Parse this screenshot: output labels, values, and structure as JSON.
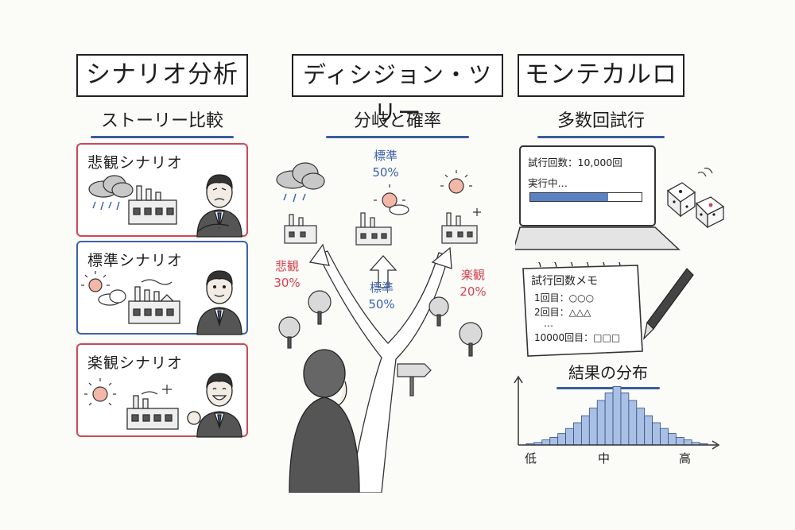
{
  "columns": {
    "scenario": {
      "title": "シナリオ分析",
      "subtitle": "ストーリー比較",
      "cards": [
        {
          "label": "悲観シナリオ",
          "border_color": "#c94a57"
        },
        {
          "label": "標準シナリオ",
          "border_color": "#3e62a8"
        },
        {
          "label": "楽観シナリオ",
          "border_color": "#c94a57"
        }
      ]
    },
    "decision_tree": {
      "title": "ディシジョン・ツリー",
      "subtitle": "分岐と確率",
      "branches": [
        {
          "name": "悲観",
          "pct": "30%",
          "color": "#d2434f"
        },
        {
          "name": "標準",
          "pct": "50%",
          "color": "#3a5fa8"
        },
        {
          "name": "楽観",
          "pct": "20%",
          "color": "#d2434f"
        }
      ],
      "top_label": {
        "name": "標準",
        "pct": "50%"
      }
    },
    "monte_carlo": {
      "title": "モンテカルロ",
      "subtitle": "多数回試行",
      "laptop": {
        "trials_text": "試行回数：10,000回",
        "running_text": "実行中…",
        "progress": 0.7
      },
      "memo": {
        "title": "試行回数メモ",
        "lines": [
          "1回目：○○○",
          "2回目：△△△",
          "…",
          "10000回目：□□□"
        ]
      },
      "distribution": {
        "title": "結果の分布",
        "axis_low": "低",
        "axis_mid": "中",
        "axis_high": "高"
      }
    }
  },
  "chart_data": {
    "type": "bar",
    "title": "結果の分布",
    "categories": [
      "低",
      "",
      "",
      "",
      "",
      "",
      "",
      "",
      "",
      "",
      "",
      "中",
      "",
      "",
      "",
      "",
      "",
      "",
      "",
      "",
      "",
      "",
      "高"
    ],
    "values": [
      2,
      4,
      8,
      12,
      18,
      26,
      35,
      46,
      58,
      70,
      82,
      92,
      82,
      70,
      58,
      46,
      35,
      26,
      18,
      12,
      8,
      4,
      2
    ],
    "ylim": [
      0,
      100
    ],
    "xlabel": "",
    "ylabel": ""
  }
}
